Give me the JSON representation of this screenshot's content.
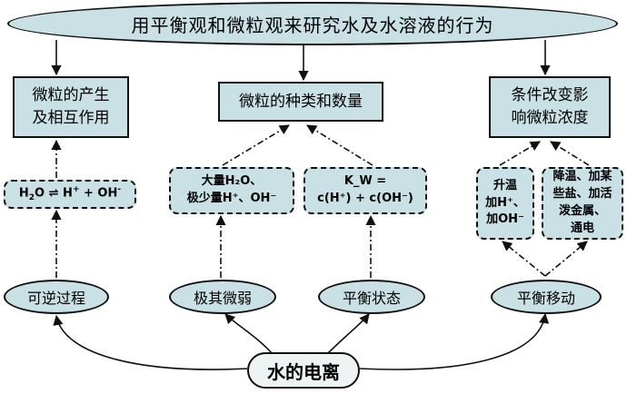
{
  "title": "用平衡观和微粒观来研究水及水溶液的行为",
  "columns": {
    "left_header": "微粒的产生\n及相互作用",
    "middle_header": "微粒的种类和数量",
    "right_header": "条件改变影\n响微粒浓度"
  },
  "cards": {
    "equilibrium": {
      "h2o": "H",
      "sub_2": "2",
      "o": "O",
      "arrow": "⇌",
      "h": "H",
      "plus_sup": "+",
      "mid": " + OH",
      "minus_sup": "-"
    },
    "amounts": {
      "line1": "大量H₂O、",
      "line2": "极少量H⁺、OH⁻"
    },
    "kw": {
      "line1": "K_W =",
      "line2": "c(H⁺) + c(OH⁻)"
    },
    "heat": "升温\n加H⁺、\n加OH⁻",
    "cool": "降温、加某\n些盐、加活\n泼金属、\n通电"
  },
  "ovals": {
    "reversible": "可逆过程",
    "weak": "极其微弱",
    "balance": "平衡状态",
    "shift": "平衡移动"
  },
  "core": "水的电离"
}
